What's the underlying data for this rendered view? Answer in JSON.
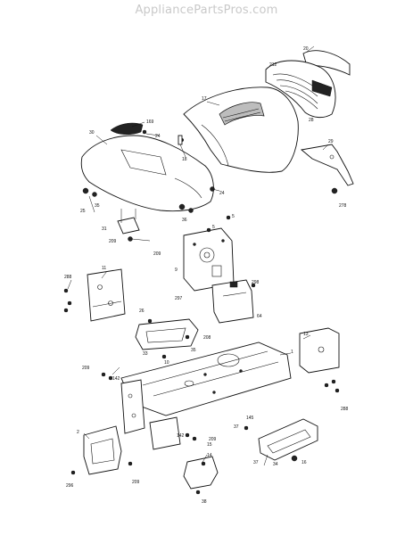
{
  "watermark": "AppliancePartsPros.com",
  "callouts": {
    "p20": "20",
    "p212": "212",
    "p17": "17",
    "p169": "169",
    "p30": "30",
    "p24a": "24",
    "p18": "18",
    "p28": "28",
    "p29": "29",
    "p278": "278",
    "p25": "25",
    "p35": "35",
    "p24b": "24",
    "p36": "36",
    "p31": "31",
    "p209a": "209",
    "p5a": "5",
    "p5b": "5",
    "p209b": "209",
    "p11": "11",
    "p288a": "288",
    "p9": "9",
    "p298": "298",
    "p297": "297",
    "p64": "64",
    "p26": "26",
    "p208": "208",
    "p33": "33",
    "p10": "10",
    "p35b": "35",
    "p13": "13",
    "p209c": "209",
    "p142a": "142",
    "p1": "1",
    "p288b": "288",
    "p2": "2",
    "p37a": "37",
    "p145": "145",
    "p142b": "142",
    "p209d": "209",
    "p15": "15",
    "p296": "296",
    "p209e": "209",
    "p14": "14",
    "p37b": "37",
    "p34": "34",
    "p38": "38",
    "p16": "16"
  }
}
